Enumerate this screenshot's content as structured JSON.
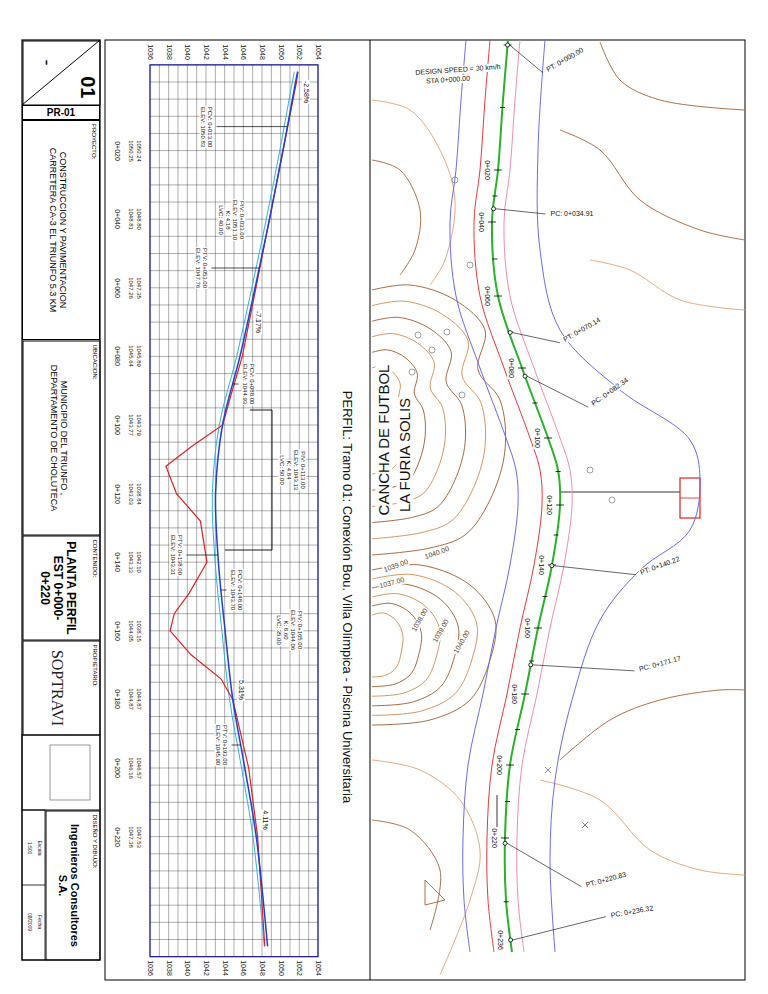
{
  "diagram": {
    "title": "PERFIL: Tramo 01: Conexión Bou. Villa Olímpica - Piscina Universitaria",
    "nodes": [
      {
        "text": [
          "-",
          "01"
        ]
      },
      {
        "text": [
          "PR-01"
        ]
      },
      {
        "text": [
          "PROYECTO:",
          "CONSTRUCCION Y PAVIMENTACION CARRETERA CA-3 EL TRIUNFO 5.3 KM"
        ]
      },
      {
        "text": [
          "UBICACION:",
          "MUNICIPIO DEL TRIUNFO , DEPARTAMENTO DE CHOLUTECA"
        ]
      },
      {
        "text": [
          "CONTENIDO:",
          "PLANTA PERFIL EST 0+000-0+220"
        ]
      },
      {
        "text": [
          "PROPIETARIO:",
          "SOPTRAVI"
        ]
      },
      {
        "text": [
          "DISEÑO Y DIBUJO:",
          "Ingenieros Consultores S.A."
        ]
      }
    ],
    "labels": [
      "1036",
      "1038",
      "1040",
      "1042",
      "1044",
      "1046",
      "1048",
      "1050",
      "1052",
      "1054",
      "1036",
      "1038",
      "1040",
      "1042",
      "1044",
      "1046",
      "1048",
      "1050",
      "1052",
      "1054",
      "0+020",
      "0+040",
      "0+060",
      "0+080",
      "0+100",
      "0+120",
      "0+140",
      "0+160",
      "0+180",
      "0+200",
      "0+220",
      "1050.24",
      "1050.25",
      "1048.80",
      "1048.81",
      "1047.35",
      "1047.26",
      "1045.89",
      "1045.64",
      "1043.79",
      "1043.77",
      "1038.84",
      "1043.03",
      "1042.10",
      "1043.33",
      "1038.15",
      "1044.05",
      "1044.87",
      "1044.87",
      "1046.57",
      "1046.16",
      "1047.53",
      "1047.38",
      "-2.58%",
      "-7.17%",
      "5.31%",
      "4.11%",
      "PCV: 0+013.00",
      "ELEV: 1050.83",
      "PIV: 0+033.00",
      "ELEV: 1051.10",
      "K: 4.18",
      "LVC: 40.00",
      "PTV: 0+053.00",
      "ELEV: 1047.76",
      "PCV: 0+088.00",
      "ELEV: 1044.93",
      "PIV: 0+113.00",
      "ELEV: 1043.13",
      "K: 4.84",
      "LVC: 50.00",
      "PTV: 0+138.00",
      "ELEV: 1043.31",
      "PCV: 0+148.00",
      "ELEV: 1043.70",
      "PIV: 0+165.00",
      "ELEV: 1044.06",
      "K: 8.60",
      "LVC: 35.00",
      "PTV: 0+193.00",
      "ELEV: 1045.90",
      "DESIGN SPEED = 30 km/h",
      "STA 0+000.00",
      "PT: 0+000.00",
      "PC: 0+034.91",
      "PT: 0+070.14",
      "PC: 0+082.34",
      "PT: 0+140.22",
      "PC: 0+171.17",
      "PT: 0+220.83",
      "PC: 0+236.32",
      "CANCHA DE FUTBOL",
      "LA FURIA SOLIS",
      "1040.00",
      "1039.00",
      "1037.00",
      "1038.00",
      "1039.00",
      "1040.00",
      "0+020",
      "0+040",
      "0+060",
      "0+080",
      "0+100",
      "0+120",
      "0+140",
      "0+160",
      "0+180",
      "0+200",
      "0+220",
      "0+236",
      "Escala",
      "1:500",
      "Fecha",
      "08/2009"
    ]
  }
}
